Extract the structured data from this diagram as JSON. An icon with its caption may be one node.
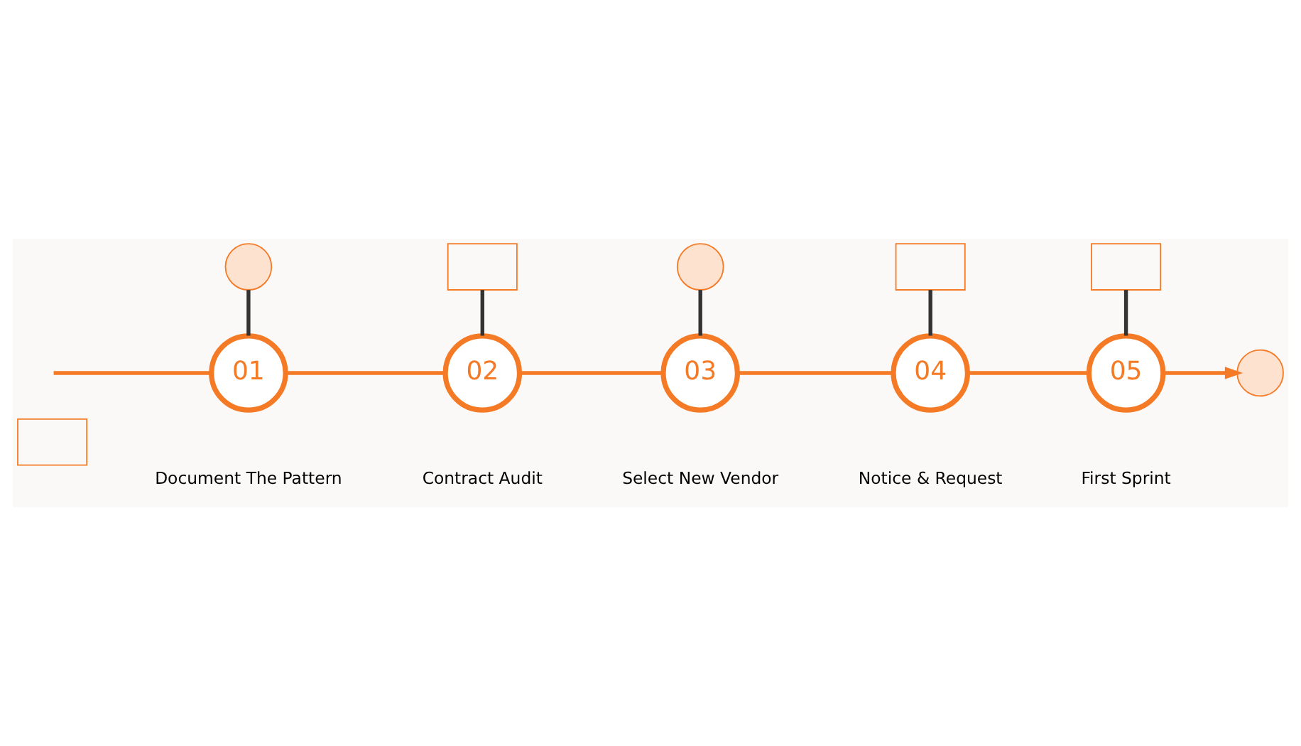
{
  "diagram": {
    "nodes": [
      {
        "text": [],
        "shape": "box"
      },
      {
        "text": [],
        "shape": "circle"
      },
      {
        "text": [
          "01"
        ],
        "beside": [
          "Document The Pattern"
        ]
      },
      {
        "text": [],
        "shape": "box"
      },
      {
        "text": [
          "02"
        ],
        "beside": [
          "Contract Audit"
        ]
      },
      {
        "text": [],
        "shape": "circle"
      },
      {
        "text": [
          "03"
        ],
        "beside": [
          "Select New Vendor"
        ]
      },
      {
        "text": [],
        "shape": "box"
      },
      {
        "text": [
          "04"
        ],
        "beside": [
          "Notice & Request"
        ]
      },
      {
        "text": [],
        "shape": "box"
      },
      {
        "text": [
          "05"
        ],
        "beside": [
          "First Sprint"
        ]
      },
      {
        "text": [],
        "shape": "circle"
      }
    ],
    "edges": [
      {
        "from": 1,
        "to": 2,
        "arrow": "none",
        "color": "#333333"
      },
      {
        "from": 3,
        "to": 4,
        "arrow": "none",
        "color": "#333333"
      },
      {
        "from": 5,
        "to": 6,
        "arrow": "none",
        "color": "#333333"
      },
      {
        "from": 7,
        "to": 8,
        "arrow": "none",
        "color": "#333333"
      },
      {
        "from": 9,
        "to": 10,
        "arrow": "none",
        "color": "#333333"
      },
      {
        "from": null,
        "to": 2,
        "arrow": "none"
      },
      {
        "from": 2,
        "to": 4,
        "arrow": "none"
      },
      {
        "from": 4,
        "to": 6,
        "arrow": "none"
      },
      {
        "from": 6,
        "to": 8,
        "arrow": "none"
      },
      {
        "from": 8,
        "to": 10,
        "arrow": "none"
      },
      {
        "from": 10,
        "to": 11,
        "arrow": "to"
      }
    ]
  }
}
